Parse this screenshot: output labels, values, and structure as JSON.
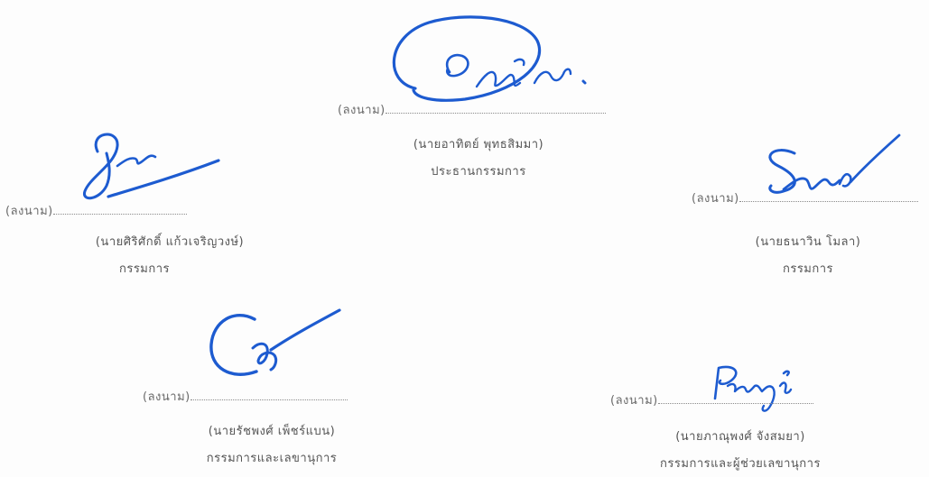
{
  "signatories": [
    {
      "id": "chairman",
      "sign_label": "(ลงนาม)",
      "name": "(นายอาทิตย์ พุทธสิมมา)",
      "role": "ประธานกรรมการ"
    },
    {
      "id": "member-left",
      "sign_label": "(ลงนาม)",
      "name": "(นายศิริศักดิ์ แก้วเจริญวงษ์)",
      "role": "กรรมการ"
    },
    {
      "id": "member-right",
      "sign_label": "(ลงนาม)",
      "name": "(นายธนาวิน โมลา)",
      "role": "กรรมการ"
    },
    {
      "id": "secretary",
      "sign_label": "(ลงนาม)",
      "name": "(นายรัชพงศ์ เพ็ชร์แบน)",
      "role": "กรรมการและเลขานุการ"
    },
    {
      "id": "assistant-secretary",
      "sign_label": "(ลงนาม)",
      "name": "(นายภาณุพงศ์ จังสมยา)",
      "role": "กรรมการและผู้ช่วยเลขานุการ"
    }
  ],
  "colors": {
    "ink": "#1d5bd0",
    "text": "#555555"
  }
}
